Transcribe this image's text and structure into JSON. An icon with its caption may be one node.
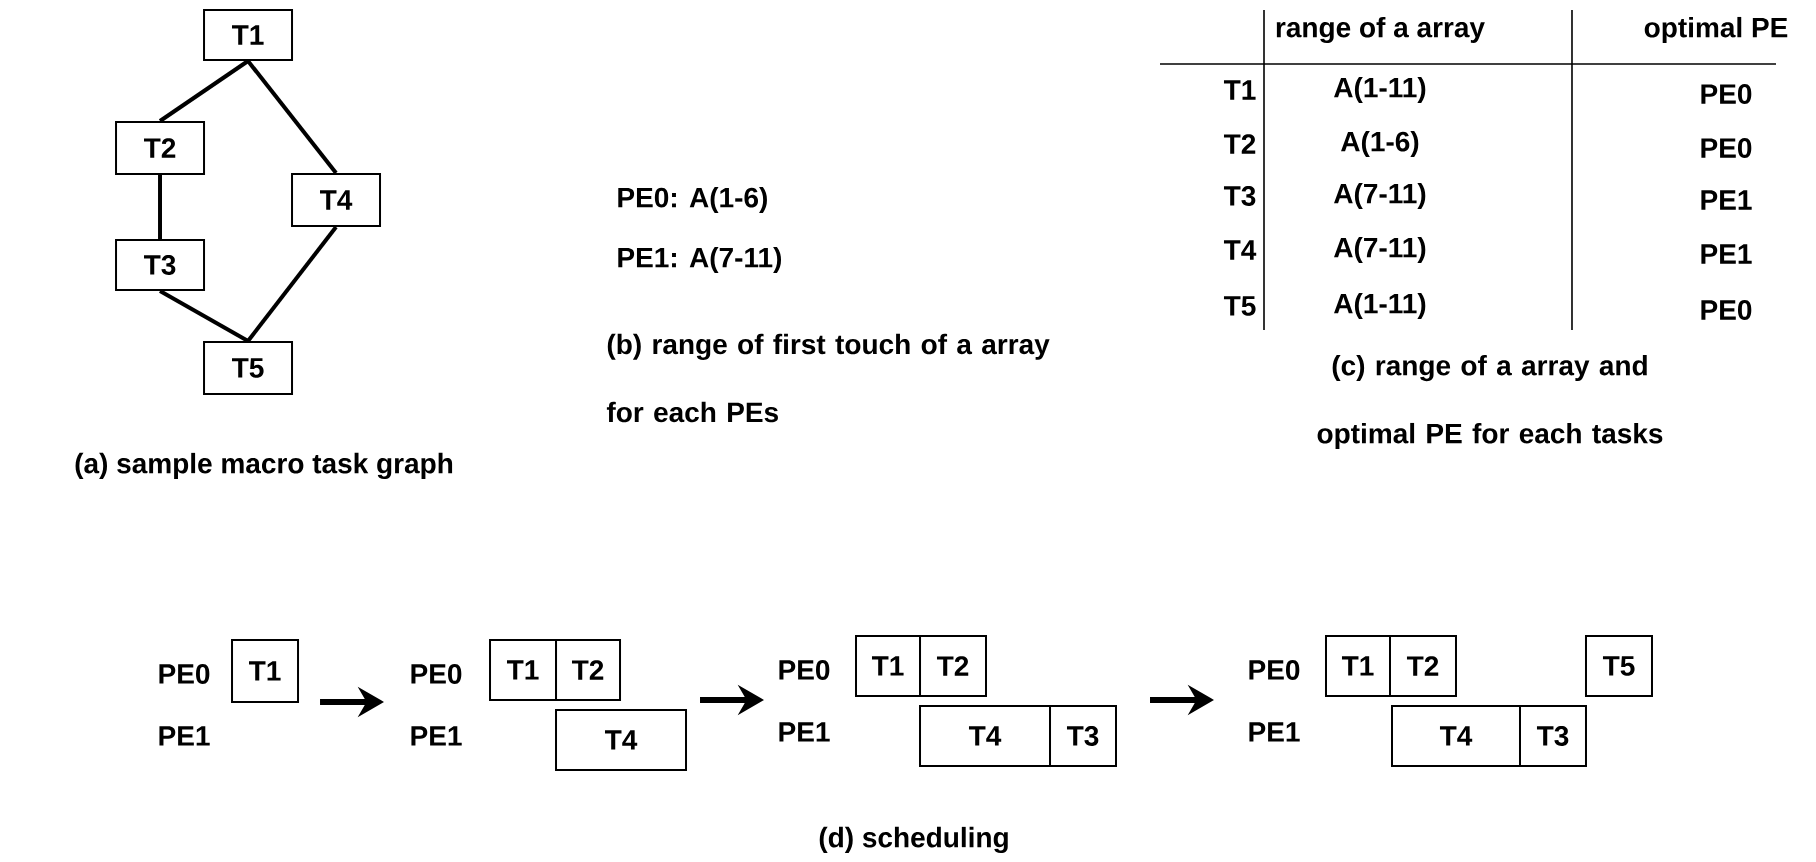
{
  "diagram": {
    "nodes": [
      {
        "text": [
          "T1"
        ]
      },
      {
        "text": [
          "T2"
        ]
      },
      {
        "text": [
          "T3"
        ]
      },
      {
        "text": [
          "T4"
        ]
      },
      {
        "text": [
          "T5"
        ]
      },
      {
        "text": [
          "T1"
        ]
      },
      {
        "text": [
          "T1"
        ]
      },
      {
        "text": [
          "T2"
        ]
      },
      {
        "text": [
          "T4"
        ]
      },
      {
        "text": [
          "T1"
        ]
      },
      {
        "text": [
          "T2"
        ]
      },
      {
        "text": [
          "T4"
        ]
      },
      {
        "text": [
          "T3"
        ]
      },
      {
        "text": [
          "T1"
        ]
      },
      {
        "text": [
          "T2"
        ]
      },
      {
        "text": [
          "T5"
        ]
      },
      {
        "text": [
          "T4"
        ]
      },
      {
        "text": [
          "T3"
        ]
      }
    ],
    "edges": [
      {
        "from": 0,
        "to": 1,
        "arrow": "none"
      },
      {
        "from": 0,
        "to": 3,
        "arrow": "none"
      },
      {
        "from": 1,
        "to": 2,
        "arrow": "none"
      },
      {
        "from": 2,
        "to": 4,
        "arrow": "none"
      },
      {
        "from": 3,
        "to": 4,
        "arrow": "none"
      }
    ],
    "labels": [
      "range of a array",
      "optimal PE",
      "T1",
      "A(1-11)",
      "PE0",
      "T2",
      "A(1-6)",
      "PE0",
      "T3",
      "A(7-11)",
      "PE1",
      "T4",
      "A(7-11)",
      "PE1",
      "T5",
      "A(1-11)",
      "PE0",
      "PE0: A(1-6)",
      "PE1: A(7-11)",
      "(a) sample macro task graph",
      "(b) range of first touch of a array for each PEs",
      "(c) range of a array and optimal PE for each tasks",
      "PE0",
      "PE1",
      "PE0",
      "PE1",
      "PE0",
      "PE1",
      "PE0",
      "PE1",
      "(d) scheduling"
    ]
  }
}
